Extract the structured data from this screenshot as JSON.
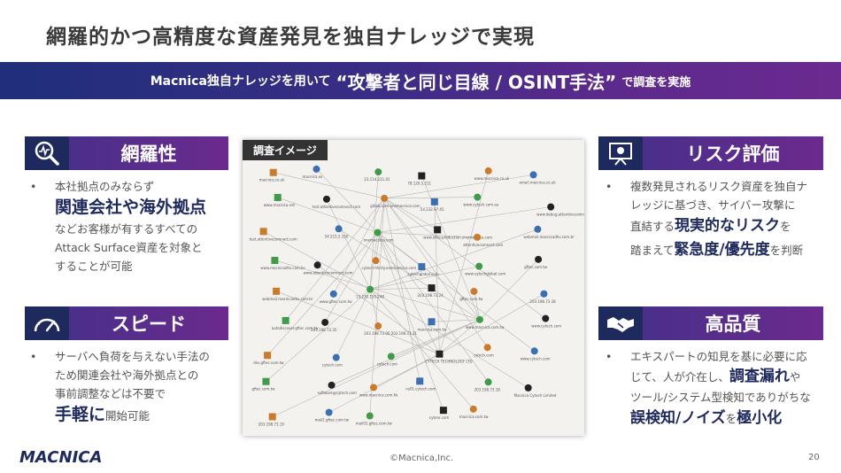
{
  "title": "網羅的かつ高精度な資産発見を独自ナレッジで実現",
  "banner": {
    "part1": "Macnica独自ナレッジを用いて",
    "part2": "“攻撃者と同じ目線 / OSINT手法”",
    "part3": "で調査を実施"
  },
  "sections": {
    "coverage": {
      "label": "網羅性",
      "bullet": "•",
      "line1": "本社拠点のみならず",
      "emphasis": "関連会社や海外拠点",
      "line2": "などお客様が有するすべての",
      "line3": "Attack Surface資産を対象と",
      "line4": "することが可能"
    },
    "speed": {
      "label": "スピード",
      "bullet": "•",
      "line1": "サーバへ負荷を与えない手法の",
      "line2": "ため関連会社や海外拠点との",
      "line3": "事前調整などは不要で",
      "emphasis": "手軽に",
      "line4": "開始可能"
    },
    "risk": {
      "label": "リスク評価",
      "bullet": "•",
      "line1": "複数発見されるリスク資産を独自ナ",
      "line2": "レッジに基づき、サイバー攻撃に",
      "line3a": "直結する",
      "emphasis1": "現実的なリスク",
      "line3b": "を",
      "line4a": "踏まえて",
      "emphasis2": "緊急度/優先度",
      "line4b": "を判断"
    },
    "quality": {
      "label": "高品質",
      "bullet": "•",
      "line1": "エキスパートの知見を基に必要に応",
      "line2a": "じて、人が介在し、",
      "emphasis1": "調査漏れ",
      "line2b": "や",
      "line3": "ツール/システム型検知でありがちな",
      "emphasis2": "誤検知/ノイズ",
      "line4a": "を",
      "emphasis3": "極小化"
    }
  },
  "image": {
    "tag": "調査イメージ",
    "nodes": [
      "macnica.co.uk",
      "macnica.ex",
      "23.114.221.01",
      "78.120.5.211",
      "www.macnica.co.uk",
      "email.macnica.co.uk",
      "www.macnica.net",
      "test.attentivecomnect.com",
      "gitlab.com.onemacnica.com",
      "54.232.97.45",
      "www.cytech.com.au",
      "www.debug.attentivecomnect.com",
      "test.attentivecomnect.com",
      "54.215.2.150",
      "onemacnica.com",
      "www.xlfre-production.onemacnica.com",
      "attentivecomnect.com",
      "webmail.macnicadhv.com.br",
      "www.macnicadhv.com.br",
      "www.attentivecomnect.com",
      "cytech-hforty.onemacnica.com",
      "cytechglobal.com",
      "www.cytechglobal.com",
      "gftec.com.tw",
      "webmail.macnicadhv.com.br",
      "www.gftec.com.tw",
      "13.230.159.248",
      "203.198.73.24",
      "gftec.com.tw",
      "203.198.73.28",
      "autodiscover.gftec.com.tw",
      "203.198.73.35",
      "203.198.73.00.203.198.73.31",
      "macnica.com.tw",
      "www.macnica.com.tw",
      "www.cytech.com",
      "dns.gftec.com.tw",
      "cytech.com",
      "cytech.com",
      "CYTECH TECHNOLOGY LTD",
      "cytech.com",
      "www.cytech.com",
      "gftec.com.tw",
      "software@cytech.com",
      "www.macnica.com.hk",
      "ns01.cytech.com",
      "203.198.73.18",
      "Macnica Cytech Limited",
      "203.198.73.19",
      "mail2.gftec.com.tw",
      "mail01.gftec.com.tw",
      "cytere.com",
      "macnica.com.tw"
    ]
  },
  "footer": {
    "logo": "MACNICA",
    "copyright": "©Macnica,Inc.",
    "page": "20"
  },
  "colors": {
    "navy": "#1e2a5e",
    "purple": "#6b2a8e"
  },
  "icons": {
    "coverage": "magnifier-chart-icon",
    "speed": "speedometer-icon",
    "risk": "presentation-board-icon",
    "quality": "handshake-icon"
  }
}
